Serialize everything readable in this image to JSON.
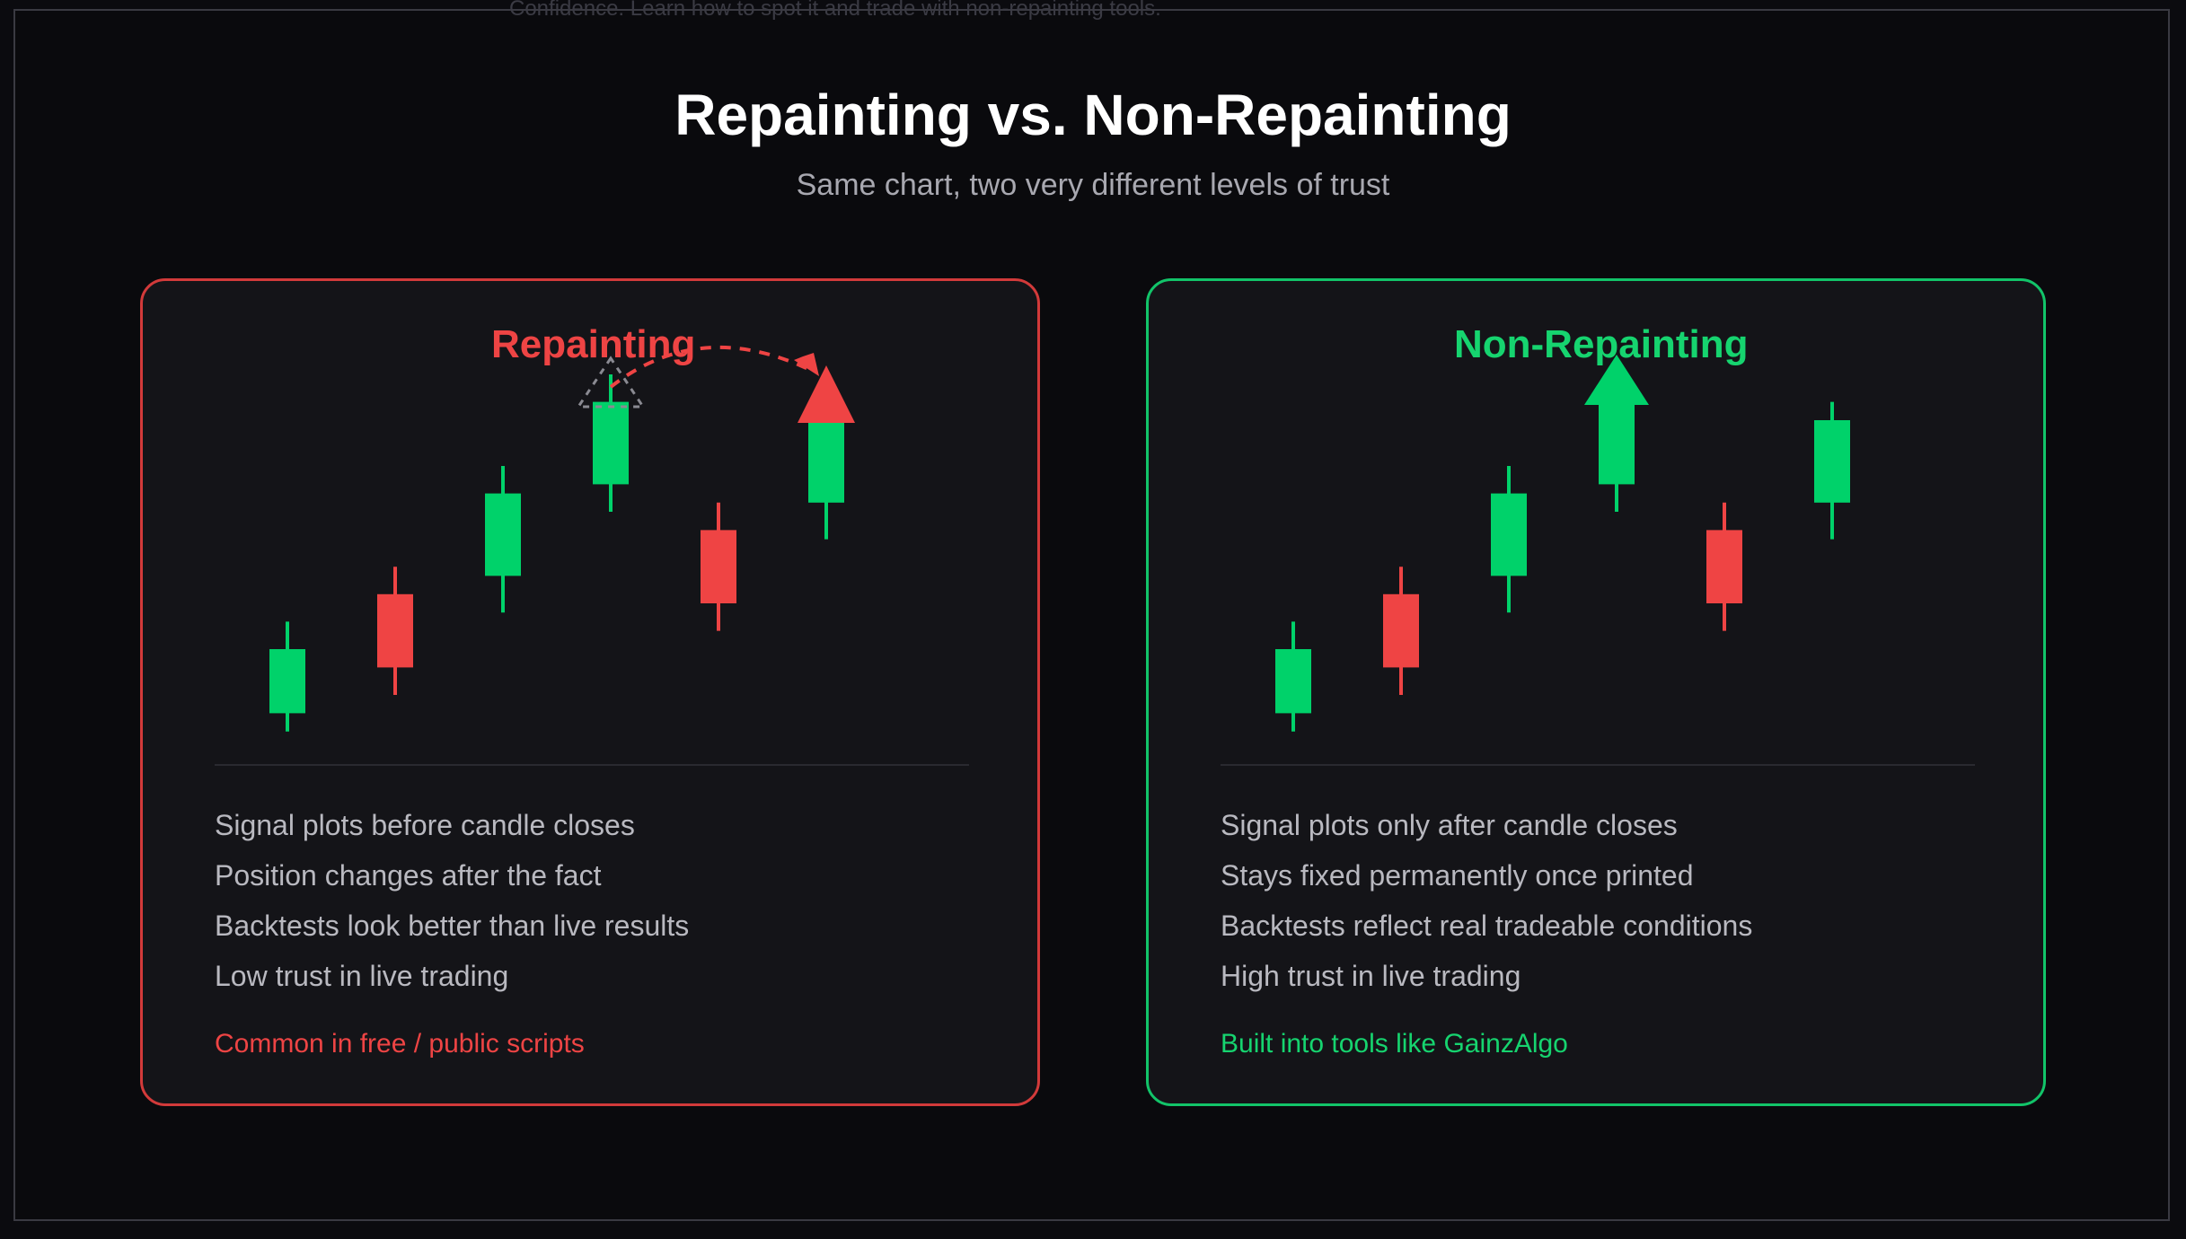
{
  "top_text": "Confidence. Learn how to spot it and trade with non-repainting tools.",
  "title": "Repainting vs. Non-Repainting",
  "subtitle": "Same chart, two very different levels of trust",
  "colors": {
    "bull": "#00d26a",
    "bear": "#ef4444",
    "red_accent": "#d23a3a",
    "green_accent": "#12c469",
    "ghost": "#8a8a92"
  },
  "candles": [
    {
      "direction": "up",
      "open": 45,
      "close": 52,
      "high": 55,
      "low": 43
    },
    {
      "direction": "down",
      "open": 58,
      "close": 50,
      "high": 61,
      "low": 47
    },
    {
      "direction": "up",
      "open": 60,
      "close": 69,
      "high": 72,
      "low": 56
    },
    {
      "direction": "up",
      "open": 70,
      "close": 79,
      "high": 82,
      "low": 67
    },
    {
      "direction": "down",
      "open": 65,
      "close": 57,
      "high": 68,
      "low": 54
    },
    {
      "direction": "up",
      "open": 68,
      "close": 77,
      "high": 79,
      "low": 64
    }
  ],
  "panels": [
    {
      "key": "repainting",
      "title": "Repainting",
      "signal_candle_index": 5,
      "ghost_signal_candle_index": 3,
      "points": [
        "Signal plots before candle closes",
        "Position changes after the fact",
        "Backtests look better than live results",
        "Low trust in live trading"
      ],
      "footnote": "Common in free / public scripts"
    },
    {
      "key": "non_repainting",
      "title": "Non-Repainting",
      "signal_candle_index": 3,
      "points": [
        "Signal plots only after candle closes",
        "Stays fixed permanently once printed",
        "Backtests reflect real tradeable conditions",
        "High trust in live trading"
      ],
      "footnote": "Built into tools like GainzAlgo"
    }
  ]
}
